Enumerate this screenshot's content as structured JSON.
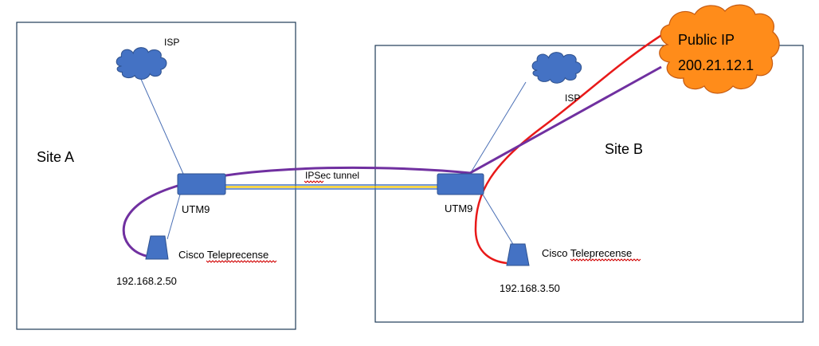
{
  "colors": {
    "site_border": "#1f3b57",
    "device_fill": "#4472c4",
    "device_stroke": "#2f528f",
    "link_line": "#4a6fb5",
    "tunnel_outer": "#4472c4",
    "tunnel_inner": "#f2c500",
    "purple_path": "#7030a0",
    "red_path": "#e81919",
    "public_cloud_fill": "#ff8c1a",
    "public_cloud_stroke": "#c55a11"
  },
  "site_a": {
    "label": "Site A",
    "isp_label": "ISP",
    "firewall_label": "UTM9",
    "endpoint_label": "Cisco Teleprecense",
    "endpoint_ip": "192.168.2.50"
  },
  "site_b": {
    "label": "Site B",
    "isp_label": "ISP",
    "firewall_label": "UTM9",
    "endpoint_label": "Cisco Teleprecense",
    "endpoint_ip": "192.168.3.50"
  },
  "tunnel": {
    "label": "IPSec tunnel"
  },
  "public_ip": {
    "line1": "Public IP",
    "line2": "200.21.12.1"
  },
  "icons": {
    "isp": "cloud-icon",
    "firewall": "firewall-icon",
    "endpoint": "telepresence-icon",
    "public_ip": "cloud-icon"
  }
}
